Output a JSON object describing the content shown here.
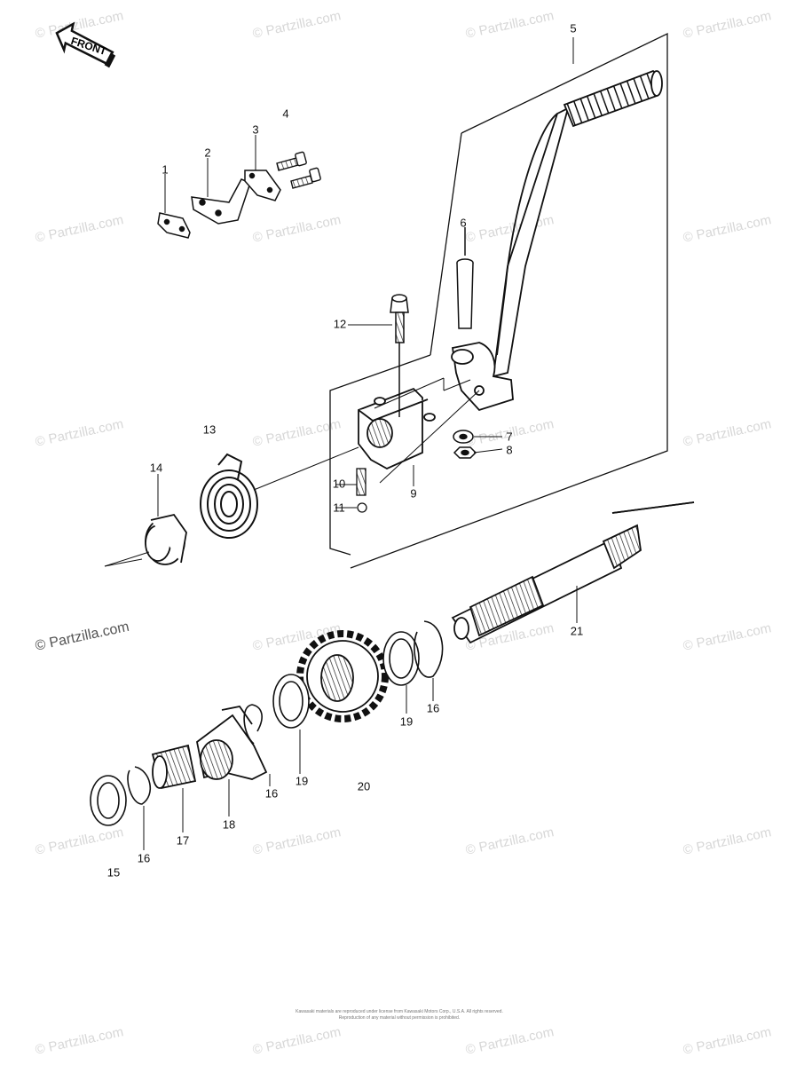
{
  "front_arrow_label": "FRONT",
  "watermark_text": "© Partzilla.com",
  "callouts": [
    {
      "id": "1",
      "text": "1"
    },
    {
      "id": "2",
      "text": "2"
    },
    {
      "id": "3",
      "text": "3"
    },
    {
      "id": "4",
      "text": "4"
    },
    {
      "id": "5",
      "text": "5"
    },
    {
      "id": "6",
      "text": "6"
    },
    {
      "id": "7",
      "text": "7"
    },
    {
      "id": "8",
      "text": "8"
    },
    {
      "id": "9",
      "text": "9"
    },
    {
      "id": "10",
      "text": "10"
    },
    {
      "id": "11",
      "text": "11"
    },
    {
      "id": "12",
      "text": "12"
    },
    {
      "id": "13",
      "text": "13"
    },
    {
      "id": "14",
      "text": "14"
    },
    {
      "id": "15",
      "text": "15"
    },
    {
      "id": "16a",
      "text": "16"
    },
    {
      "id": "16b",
      "text": "16"
    },
    {
      "id": "16c",
      "text": "16"
    },
    {
      "id": "17",
      "text": "17"
    },
    {
      "id": "18",
      "text": "18"
    },
    {
      "id": "19a",
      "text": "19"
    },
    {
      "id": "19b",
      "text": "19"
    },
    {
      "id": "20",
      "text": "20"
    },
    {
      "id": "21",
      "text": "21"
    }
  ],
  "footer": {
    "line1": "Kawasaki materials are reproduced under license from Kawasaki Motors Corp., U.S.A. All rights reserved.",
    "line2": "Reproduction of any material without permission is prohibited."
  }
}
